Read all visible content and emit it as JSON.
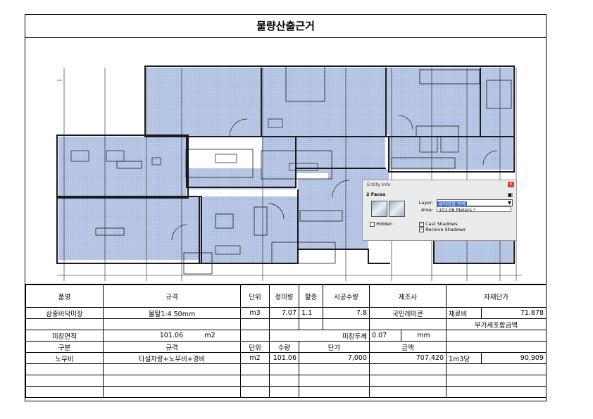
{
  "document": {
    "title": "물량산출근거"
  },
  "entity_info": {
    "window_title": "Entity Info",
    "close_glyph": "×",
    "faces_label": "2 Faces",
    "layer_label": "Layer:",
    "layer_value": "바닥미장 면적",
    "area_label": "Area:",
    "area_value": "101.06 Meters ²",
    "hidden_label": "Hidden",
    "cast_label": "Cast Shadows",
    "receive_label": "Receive Shadows",
    "check_glyph": "✓"
  },
  "table": {
    "header": {
      "item": "품명",
      "spec": "규격",
      "unit": "단위",
      "net_qty": "정미량",
      "extra": "할증",
      "work_qty": "시공수량",
      "maker": "제조사",
      "unit_price": "자재단가"
    },
    "row1": {
      "item": "삼중바닥미장",
      "spec": "몰탈1:4 50mm",
      "unit": "m3",
      "net_qty": "7.07",
      "extra": "1.1",
      "work_qty": "7.8",
      "maker": "국민레미콘",
      "price_label": "재료비",
      "price_value": "71,878"
    },
    "row2": {
      "vat_note": "부가세포함금액"
    },
    "row3": {
      "label": "미장면적",
      "value": "101.06",
      "unit": "m2",
      "thickness_label": "미장두께",
      "thickness_value": "0.07",
      "thickness_unit": "mm"
    },
    "header2": {
      "category": "구분",
      "spec": "규격",
      "unit": "단위",
      "qty": "수량",
      "unit_price": "단가",
      "amount": "금액"
    },
    "row5": {
      "category": "노무비",
      "spec": "타설차량+노무비+경비",
      "unit": "m2",
      "qty": "101.06",
      "unit_price": "7,000",
      "amount": "707,420",
      "per_label": "1m3당",
      "per_value": "90,909"
    }
  },
  "colors": {
    "floor_fill": "#b9c8e6",
    "wall": "#1a1a1a",
    "dialog_bg": "#ebebeb",
    "layer_highlight": "#3a6fd8"
  }
}
